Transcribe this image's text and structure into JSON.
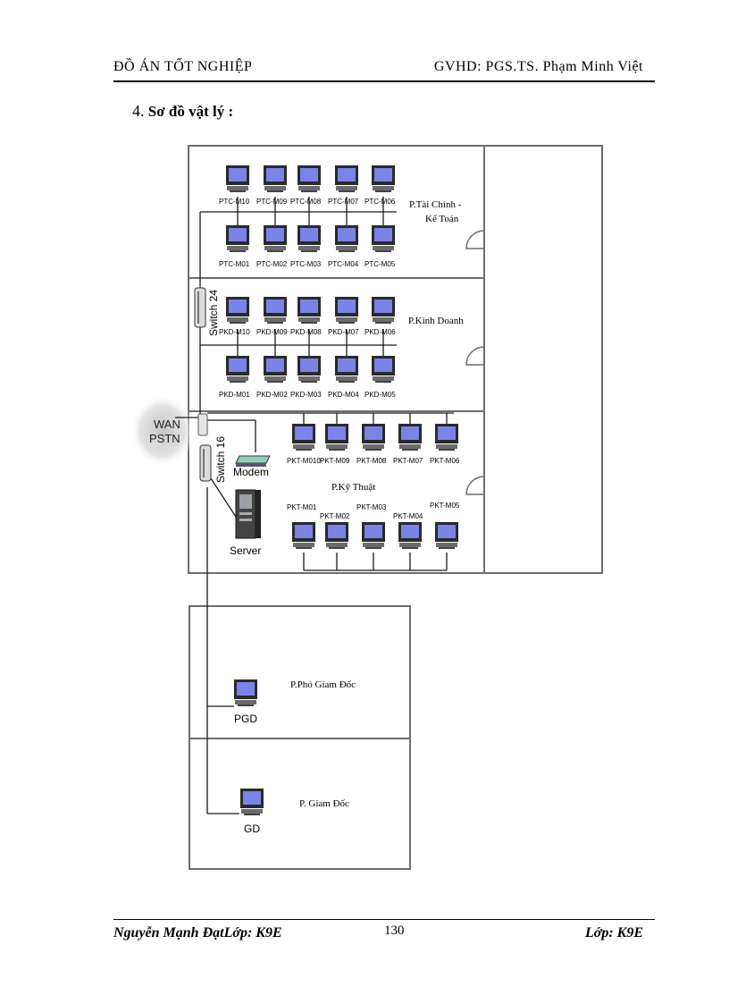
{
  "header": {
    "left": "ĐỒ ÁN TỐT NGHIỆP",
    "right": "GVHD: PGS.TS. Phạm Minh Việt"
  },
  "section": {
    "number": "4.",
    "title": "Sơ đồ vật lý :"
  },
  "diagram": {
    "rooms": {
      "tai_chinh_1": "P.Tài Chính -",
      "tai_chinh_2": "Kế Toán",
      "kinh_doanh": "P.Kinh Doanh",
      "ky_thuat": "P.Kỹ Thuật",
      "pho_giam_doc": "P.Phó Giam Đốc",
      "giam_doc": "P. Giam Đốc"
    },
    "devices": {
      "switch24": "Switch 24",
      "switch16": "Switch 16",
      "modem": "Modem",
      "server": "Server",
      "wan": "WAN",
      "pstn": "PSTN"
    },
    "ptc_top": [
      "PTC-M10",
      "PTC-M09",
      "PTC-M08",
      "PTC-M07",
      "PTC-M06"
    ],
    "ptc_bottom": [
      "PTC-M01",
      "PTC-M02",
      "PTC-M03",
      "PTC-M04",
      "PTC-M05"
    ],
    "pkd_top": [
      "PKD-M10",
      "PKD-M09",
      "PKD-M08",
      "PKD-M07",
      "PKD-M06"
    ],
    "pkd_bottom": [
      "PKD-M01",
      "PKD-M02",
      "PKD-M03",
      "PKD-M04",
      "PKD-M05"
    ],
    "pkt_top": [
      "PKT-M010",
      "PKT-M09",
      "PKT-M08",
      "PKT-M07",
      "PKT-M06"
    ],
    "pkt_bottom": [
      "PKT-M01",
      "PKT-M02",
      "PKT-M03",
      "PKT-M04",
      "PKT-M05"
    ],
    "pgd": "PGD",
    "gd": "GD"
  },
  "footer": {
    "left": "Nguyễn Mạnh ĐạtLớp: K9E",
    "page": "130",
    "right": "Lớp: K9E"
  }
}
